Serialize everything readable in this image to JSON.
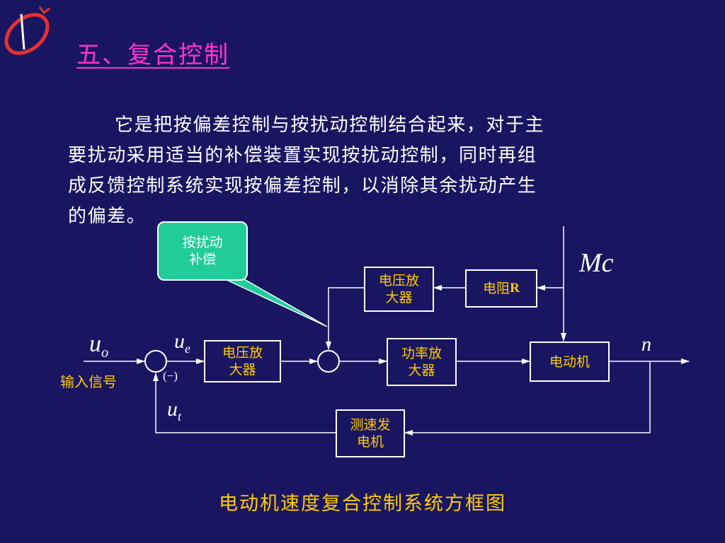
{
  "slide": {
    "title": "五、复合控制",
    "paragraph_lines": [
      "它是把按偏差控制与按扰动控制结合起来，对于主",
      "要扰动采用适当的补偿装置实现按扰动控制，同时再组",
      "成反馈控制系统实现按偏差控制，以消除其余扰动产生",
      "的偏差。"
    ],
    "caption": "电动机速度复合控制系统方框图"
  },
  "diagram": {
    "callout": "按扰动\n补偿",
    "blocks": {
      "amp_feedforward": "电压放\n大器",
      "resistor": "电阻",
      "resistor_symbol": "R",
      "amp_forward": "电压放\n大器",
      "power_amp": "功率放\n大器",
      "motor": "电动机",
      "tachometer": "测速发\n电机"
    },
    "signals": {
      "input_symbol": "u",
      "input_sub": "o",
      "input_label": "输入信号",
      "error_symbol": "u",
      "error_sub": "e",
      "feedback_sign": "(−)",
      "feedback_symbol": "u",
      "feedback_sub": "t",
      "disturbance": "Mc",
      "output": "n"
    },
    "colors": {
      "background": "#1a1560",
      "title": "#ff33cc",
      "block_text": "#ffcc00",
      "callout_fill": "#22cc99",
      "line": "#ffffff"
    }
  }
}
